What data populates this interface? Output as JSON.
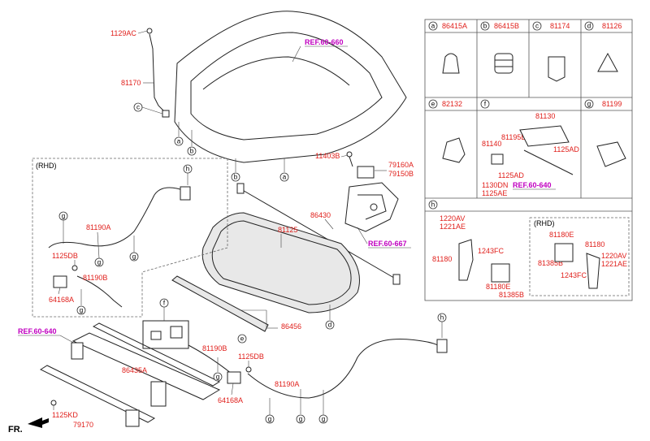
{
  "labels": {
    "l1129AC": "1129AC",
    "l81170": "81170",
    "ref_60_660": "REF.60-660",
    "l11403B": "11403B",
    "l79160A": "79160A",
    "l79150B": "79150B",
    "rhd1": "(RHD)",
    "l81190A_l": "81190A",
    "l1125DB_l": "1125DB",
    "l81190B_l": "81190B",
    "l64168A_l": "64168A",
    "l86430": "86430",
    "l81125": "81125",
    "ref_60_667": "REF.60-667",
    "l86456": "86456",
    "ref_60_640_l": "REF.60-640",
    "l86435A": "86435A",
    "l81190B_b": "81190B",
    "l1125DB_b": "1125DB",
    "l64168A_b": "64168A",
    "l81190A_b": "81190A",
    "l1125KD": "1125KD",
    "l79170": "79170",
    "fr": "FR."
  },
  "table": {
    "cells": [
      {
        "letter": "a",
        "code": "86415A"
      },
      {
        "letter": "b",
        "code": "86415B"
      },
      {
        "letter": "c",
        "code": "81174"
      },
      {
        "letter": "d",
        "code": "81126"
      },
      {
        "letter": "e",
        "code": "82132"
      },
      {
        "letter": "f",
        "code": ""
      },
      {
        "letter": "g",
        "code": "81199"
      }
    ],
    "f_cell": {
      "l81130": "81130",
      "l81195B": "81195B",
      "l81140": "81140",
      "l1125AD_1": "1125AD",
      "l1125AD_2": "1125AD",
      "l1130DN": "1130DN",
      "l1125AE": "1125AE",
      "ref": "REF.60-640"
    },
    "h_cell": {
      "letter": "h",
      "l1220AV": "1220AV",
      "l1221AE": "1221AE",
      "l1243FC": "1243FC",
      "l81180": "81180",
      "l81180E": "81180E",
      "l81385B": "81385B",
      "rhd": "(RHD)",
      "r81180E": "81180E",
      "r81180": "81180",
      "r81385B": "81385B",
      "r1220AV": "1220AV",
      "r1221AE": "1221AE",
      "r1243FC": "1243FC"
    }
  },
  "callouts": {
    "a": "a",
    "b": "b",
    "c": "c",
    "d": "d",
    "e": "e",
    "f": "f",
    "g": "g",
    "h": "h"
  },
  "colors": {
    "label_red": "#e0201c",
    "ref_magenta": "#c000c0",
    "line": "#222222"
  }
}
